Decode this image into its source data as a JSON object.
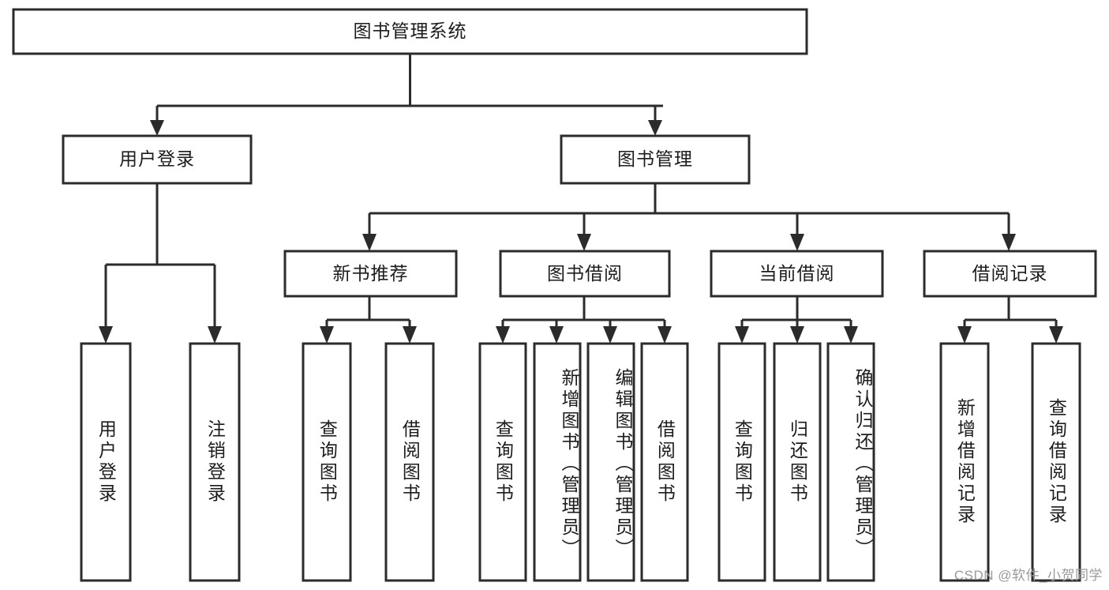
{
  "diagram": {
    "type": "tree-hierarchy",
    "title": "图书管理系统",
    "watermark": "CSDN @软件_小贺同学",
    "colors": {
      "stroke": "#2b2b2b",
      "fill": "#ffffff",
      "text": "#1c1c1c",
      "watermark": "#9a9a9a"
    },
    "levels": {
      "root": "图书管理系统",
      "level1": [
        "用户登录",
        "图书管理"
      ],
      "level2": [
        "新书推荐",
        "图书借阅",
        "当前借阅",
        "借阅记录"
      ]
    },
    "nodes": {
      "root": {
        "label": "图书管理系统"
      },
      "user_login": {
        "label": "用户登录"
      },
      "book_mgmt": {
        "label": "图书管理"
      },
      "new_book_rec": {
        "label": "新书推荐"
      },
      "book_borrow": {
        "label": "图书借阅"
      },
      "current_borrow": {
        "label": "当前借阅"
      },
      "borrow_record": {
        "label": "借阅记录"
      },
      "leaf_user_login": {
        "label": "用户登录"
      },
      "leaf_user_logout": {
        "label": "注销登录"
      },
      "leaf_query_book_1": {
        "label": "查询图书"
      },
      "leaf_borrow_book_1": {
        "label": "借阅图书"
      },
      "leaf_query_book_2": {
        "label": "查询图书"
      },
      "leaf_add_book": {
        "label": "新增图书（管理员）"
      },
      "leaf_edit_book": {
        "label": "编辑图书（管理员）"
      },
      "leaf_borrow_book_2": {
        "label": "借阅图书"
      },
      "leaf_query_book_3": {
        "label": "查询图书"
      },
      "leaf_return_book": {
        "label": "归还图书"
      },
      "leaf_confirm_return": {
        "label": "确认归还（管理员）"
      },
      "leaf_add_record": {
        "label": "新增借阅记录"
      },
      "leaf_query_record": {
        "label": "查询借阅记录"
      }
    },
    "edges": [
      {
        "from": "root",
        "to": "user_login"
      },
      {
        "from": "root",
        "to": "book_mgmt"
      },
      {
        "from": "user_login",
        "to": "leaf_user_login"
      },
      {
        "from": "user_login",
        "to": "leaf_user_logout"
      },
      {
        "from": "book_mgmt",
        "to": "new_book_rec"
      },
      {
        "from": "book_mgmt",
        "to": "book_borrow"
      },
      {
        "from": "book_mgmt",
        "to": "current_borrow"
      },
      {
        "from": "book_mgmt",
        "to": "borrow_record"
      },
      {
        "from": "new_book_rec",
        "to": "leaf_query_book_1"
      },
      {
        "from": "new_book_rec",
        "to": "leaf_borrow_book_1"
      },
      {
        "from": "book_borrow",
        "to": "leaf_query_book_2"
      },
      {
        "from": "book_borrow",
        "to": "leaf_add_book"
      },
      {
        "from": "book_borrow",
        "to": "leaf_edit_book"
      },
      {
        "from": "book_borrow",
        "to": "leaf_borrow_book_2"
      },
      {
        "from": "current_borrow",
        "to": "leaf_query_book_3"
      },
      {
        "from": "current_borrow",
        "to": "leaf_return_book"
      },
      {
        "from": "current_borrow",
        "to": "leaf_confirm_return"
      },
      {
        "from": "borrow_record",
        "to": "leaf_add_record"
      },
      {
        "from": "borrow_record",
        "to": "leaf_query_record"
      }
    ]
  }
}
